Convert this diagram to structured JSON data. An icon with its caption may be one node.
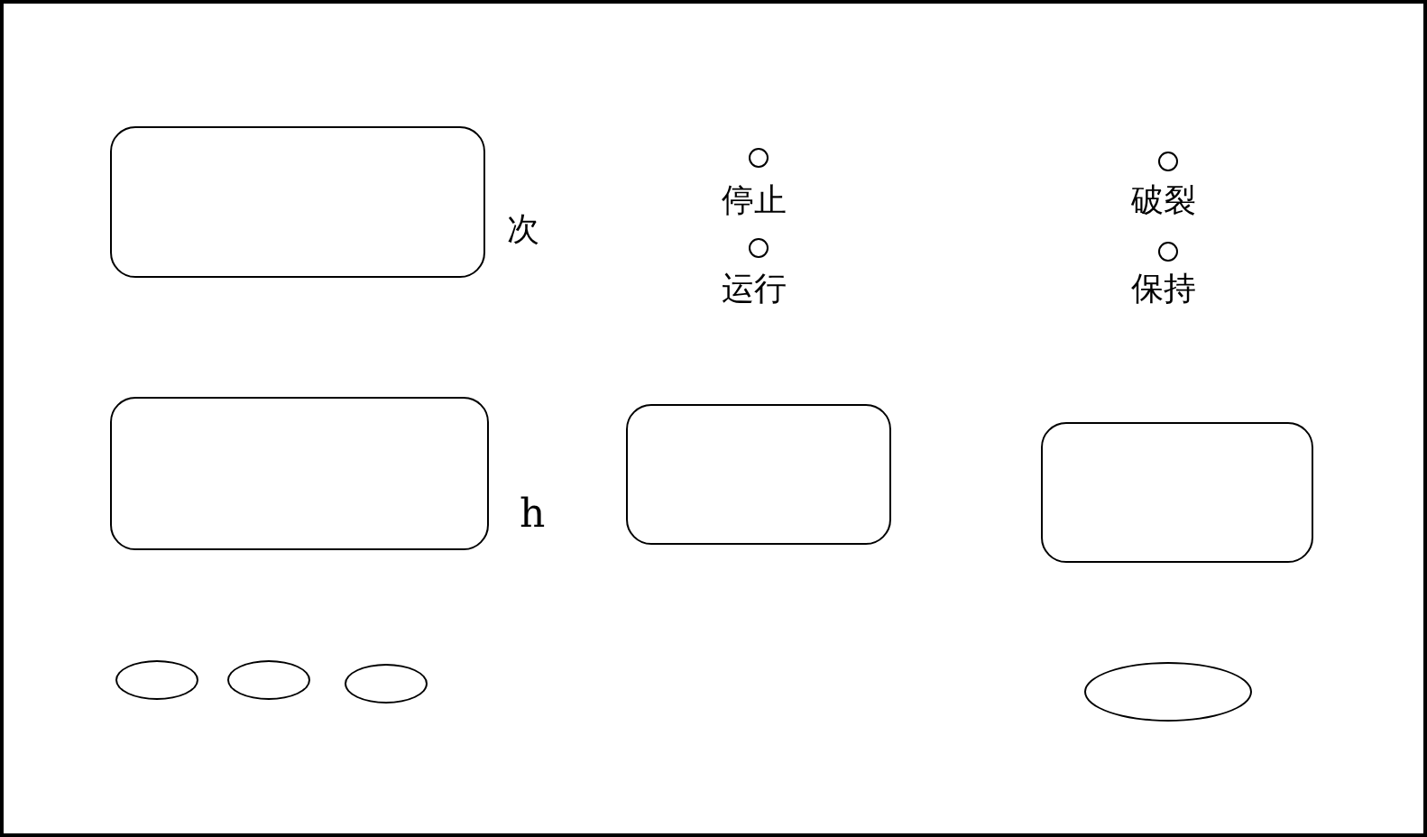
{
  "diagram": {
    "nodes": [
      {
        "text": [],
        "shape": "box",
        "beside": [
          "次"
        ]
      },
      {
        "text": [],
        "shape": "circle",
        "beside": [
          "停止"
        ]
      },
      {
        "text": [],
        "shape": "circle",
        "beside": [
          "破裂"
        ]
      },
      {
        "text": [],
        "shape": "circle",
        "beside": [
          "运行"
        ]
      },
      {
        "text": [],
        "shape": "circle",
        "beside": [
          "保持"
        ]
      },
      {
        "text": [],
        "shape": "box",
        "beside": [
          "h"
        ]
      },
      {
        "text": [],
        "shape": "box"
      },
      {
        "text": [],
        "shape": "box"
      },
      {
        "text": [],
        "shape": "oval"
      },
      {
        "text": [],
        "shape": "oval"
      },
      {
        "text": [],
        "shape": "oval"
      },
      {
        "text": [],
        "shape": "oval"
      }
    ]
  }
}
